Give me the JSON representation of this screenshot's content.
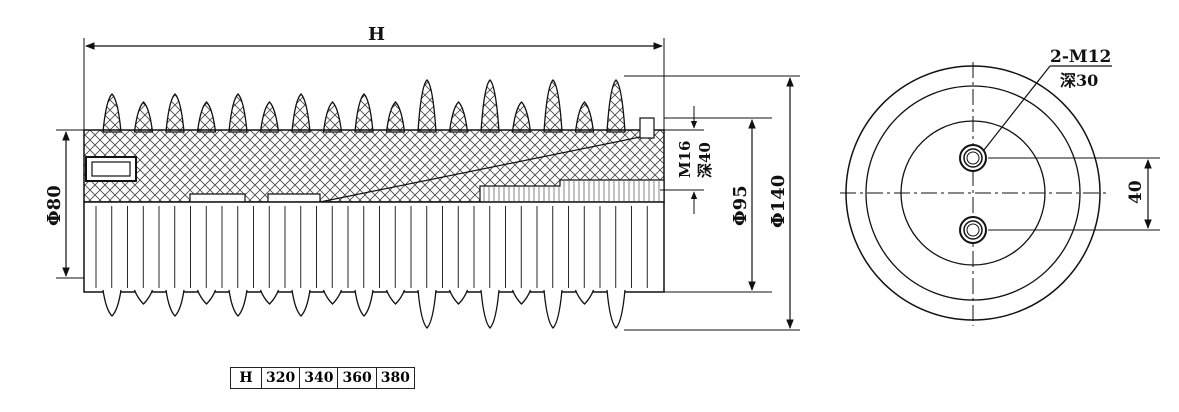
{
  "labels": {
    "height": "H",
    "phi80": "Φ80",
    "m16": "M16",
    "depth40": "深40",
    "phi95": "Φ95",
    "phi140": "Φ140",
    "thread": "2-M12",
    "depth30": "深30",
    "spacing": "40"
  },
  "table": {
    "header": "H",
    "values": [
      "320",
      "340",
      "360",
      "380"
    ]
  }
}
